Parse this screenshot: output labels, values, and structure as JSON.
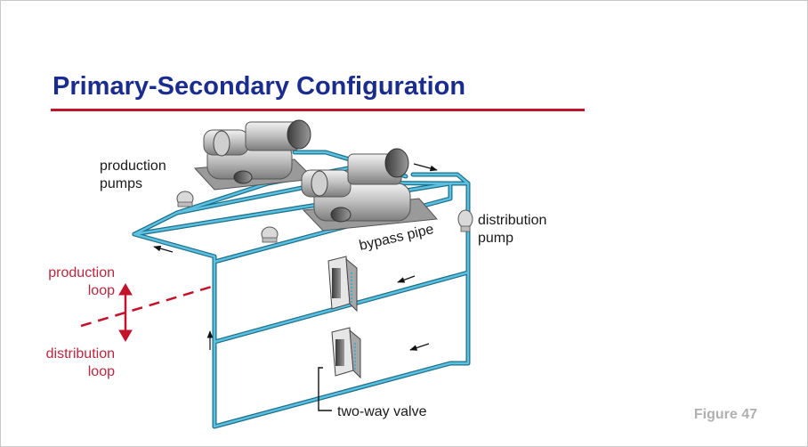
{
  "title": "Primary-Secondary Configuration",
  "labels": {
    "production_pumps_line1": "production",
    "production_pumps_line2": "pumps",
    "distribution_pump_line1": "distribution",
    "distribution_pump_line2": "pump",
    "bypass_pipe": "bypass pipe",
    "production_loop_line1": "production",
    "production_loop_line2": "loop",
    "distribution_loop_line1": "distribution",
    "distribution_loop_line2": "loop",
    "two_way_valve": "two-way valve"
  },
  "figure_label": "Figure 47",
  "colors": {
    "title": "#1a2d8f",
    "accent": "#c2132b",
    "pipe": "#2e8fb0",
    "loop_label": "#b8283f",
    "figure_label": "#b0b0b0"
  }
}
